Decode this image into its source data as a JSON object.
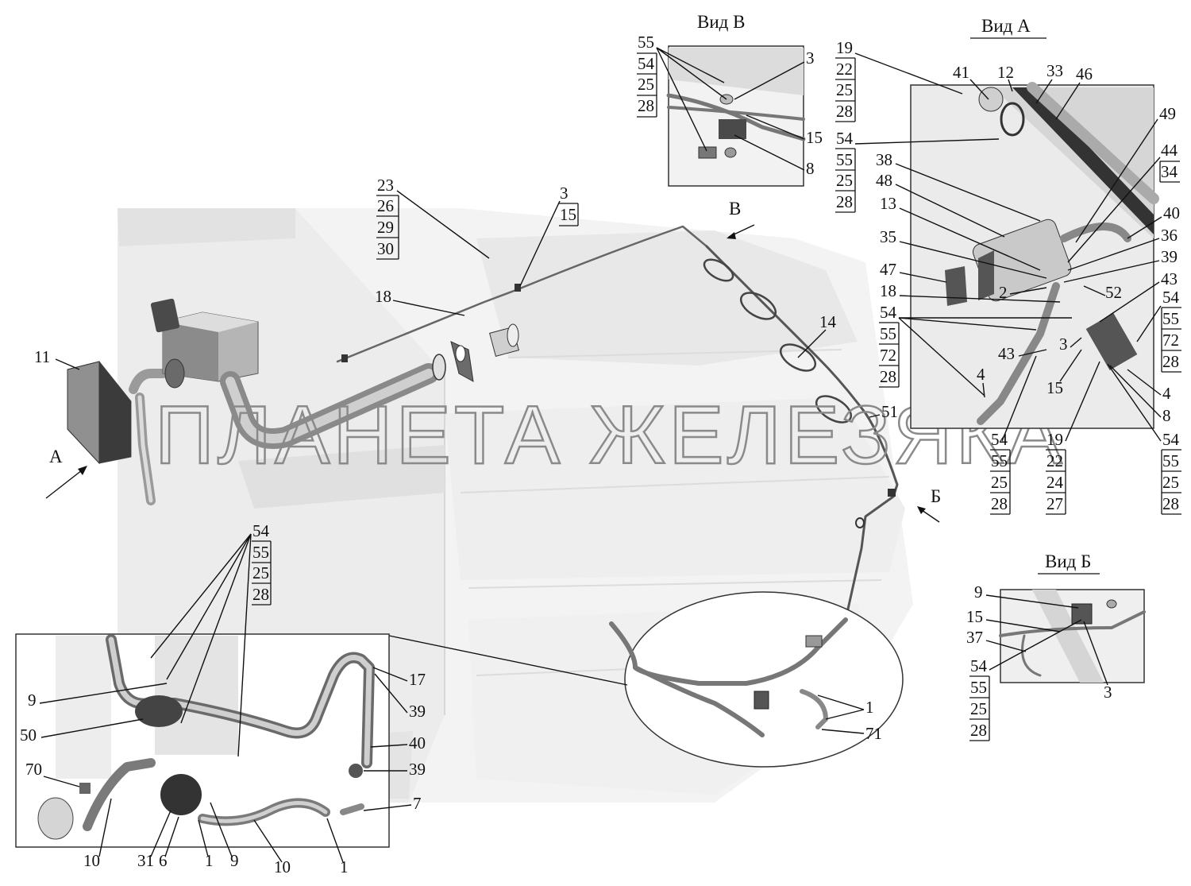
{
  "watermark": "ПЛАНЕТА ЖЕЛЕЗЯКА",
  "views": {
    "view_v": {
      "title": "Вид В"
    },
    "view_a": {
      "title": "Вид А"
    },
    "view_b": {
      "title": "Вид Б"
    }
  },
  "arrows": {
    "a": "А",
    "b": "Б",
    "v": "В"
  },
  "callouts": {
    "main": [
      "11",
      "23",
      "26",
      "29",
      "30",
      "3",
      "15",
      "18",
      "14",
      "51"
    ],
    "inset_bl": [
      "54",
      "55",
      "25",
      "28",
      "9",
      "17",
      "39",
      "50",
      "40",
      "70",
      "39",
      "7",
      "10",
      "31",
      "6",
      "1",
      "9",
      "10",
      "1"
    ],
    "detail_circle": [
      "1",
      "71"
    ],
    "view_v": [
      "55",
      "54",
      "25",
      "28",
      "3",
      "15",
      "8"
    ],
    "view_a": [
      "19",
      "22",
      "25",
      "28",
      "41",
      "12",
      "33",
      "46",
      "54",
      "55",
      "25",
      "28",
      "38",
      "48",
      "49",
      "44",
      "34",
      "13",
      "40",
      "36",
      "35",
      "39",
      "47",
      "2",
      "52",
      "43",
      "18",
      "54",
      "55",
      "72",
      "28",
      "54",
      "55",
      "72",
      "28",
      "43",
      "3",
      "4",
      "15",
      "4",
      "8",
      "19",
      "22",
      "24",
      "27",
      "54",
      "55",
      "25",
      "28",
      "54",
      "55",
      "25",
      "28"
    ],
    "view_b": [
      "9",
      "15",
      "37",
      "54",
      "55",
      "25",
      "28",
      "3"
    ]
  }
}
